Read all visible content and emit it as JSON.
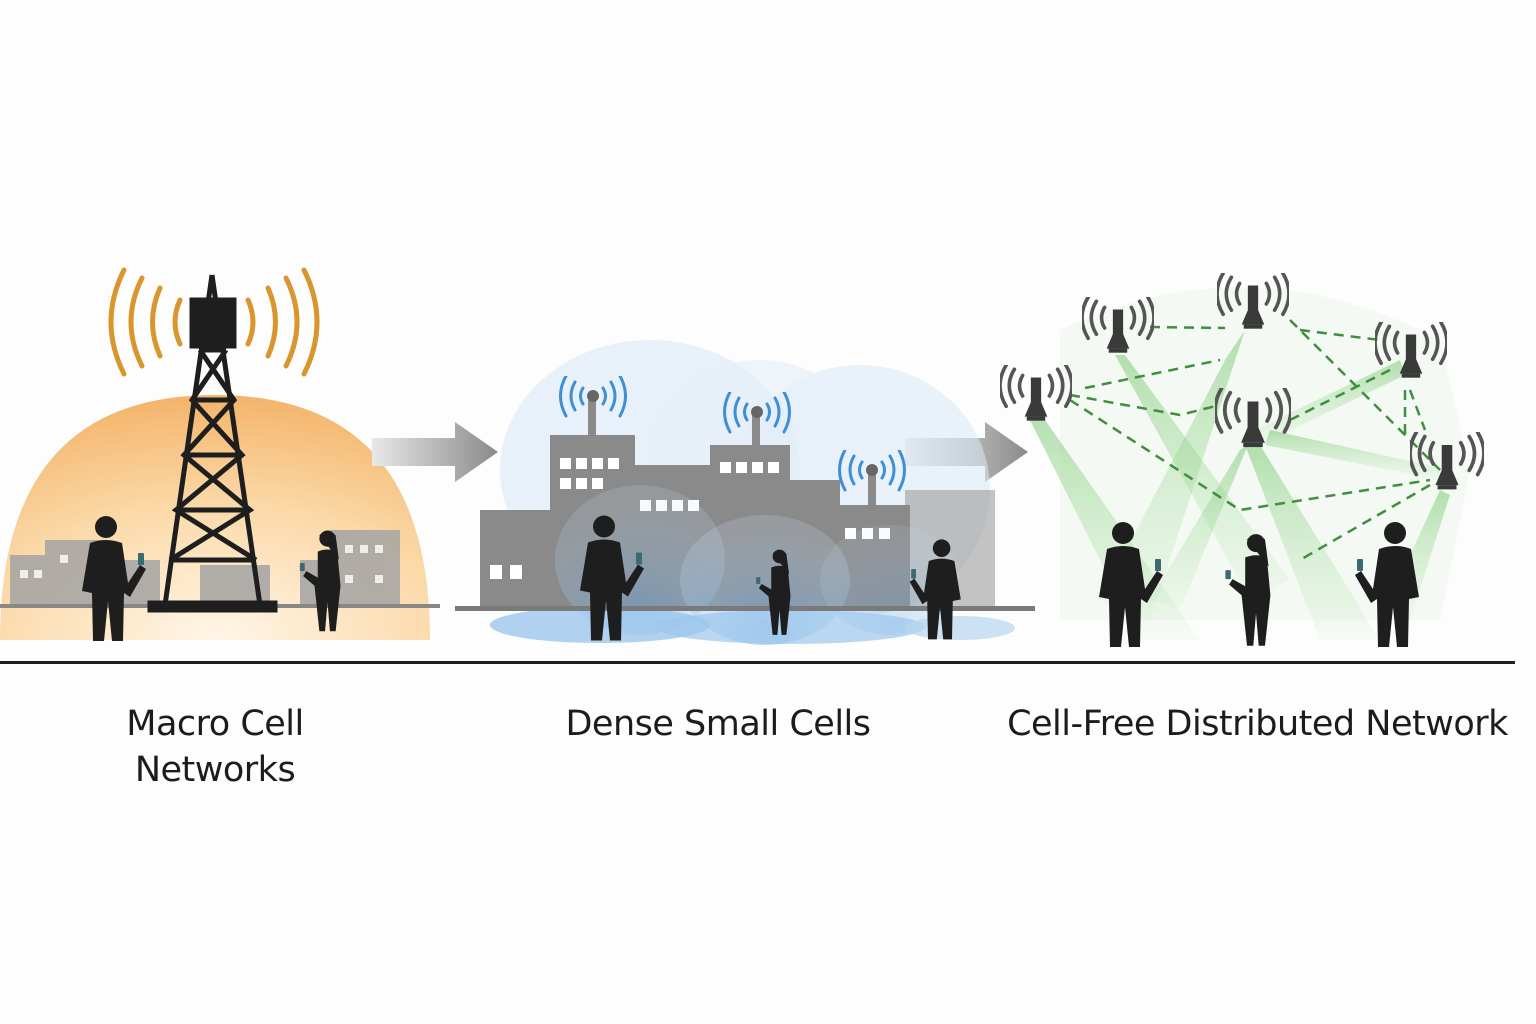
{
  "panels": [
    {
      "title_line1": "Macro Cell",
      "title_line2": "Networks",
      "accent": "#e8a040"
    },
    {
      "title": "Dense Small Cells",
      "accent": "#3f8fd6"
    },
    {
      "title": "Cell-Free Distributed Network",
      "accent": "#5fb85a"
    }
  ],
  "icons": [
    "cell-tower-icon",
    "signal-waves-icon",
    "arrow-right-icon",
    "small-cell-icon",
    "access-point-icon",
    "person-with-phone-icon",
    "building-icon"
  ],
  "colors": {
    "macro": "#e8a040",
    "small_cell": "#3f8fd6",
    "cell_free": "#5fb85a",
    "silhouette": "#1e1e1e",
    "building": "#8a8a8a"
  }
}
